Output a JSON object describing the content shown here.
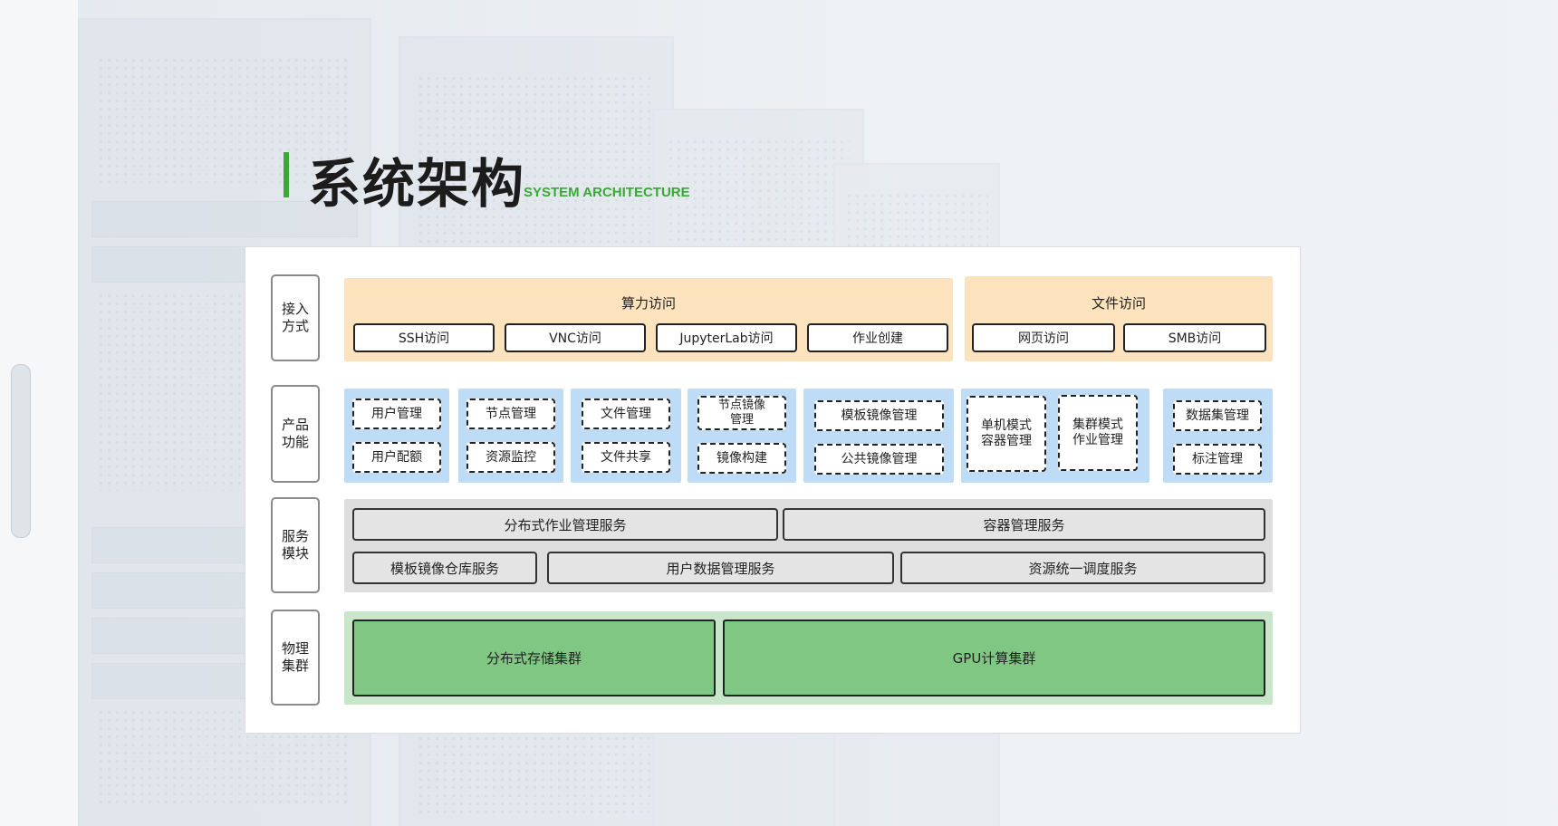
{
  "header": {
    "title": "系统架构",
    "subtitle_en": "SYSTEM ARCHITECTURE"
  },
  "colors": {
    "accent": "#3aa935",
    "access_zone": "#fde3bd",
    "feature_zone": "#bfdcf6",
    "service_zone": "#dedede",
    "cluster_zone": "#c8e6c9",
    "cluster_box": "#81c784"
  },
  "layers": {
    "access": {
      "label": "接入\n方式",
      "compute_group": {
        "title": "算力访问",
        "items": [
          "SSH访问",
          "VNC访问",
          "JupyterLab访问",
          "作业创建"
        ]
      },
      "file_group": {
        "title": "文件访问",
        "items": [
          "网页访问",
          "SMB访问"
        ]
      }
    },
    "features": {
      "label": "产品\n功能",
      "groups": [
        [
          "用户管理",
          "用户配额"
        ],
        [
          "节点管理",
          "资源监控"
        ],
        [
          "文件管理",
          "文件共享"
        ],
        [
          "节点镜像\n管理",
          "镜像构建"
        ],
        [
          "模板镜像管理",
          "公共镜像管理"
        ],
        [
          "单机模式\n容器管理",
          "集群模式\n作业管理"
        ],
        [
          "数据集管理",
          "标注管理"
        ]
      ]
    },
    "services": {
      "label": "服务\n模块",
      "row1": [
        "分布式作业管理服务",
        "容器管理服务"
      ],
      "row2": [
        "模板镜像仓库服务",
        "用户数据管理服务",
        "资源统一调度服务"
      ]
    },
    "clusters": {
      "label": "物理\n集群",
      "items": [
        "分布式存储集群",
        "GPU计算集群"
      ]
    }
  }
}
